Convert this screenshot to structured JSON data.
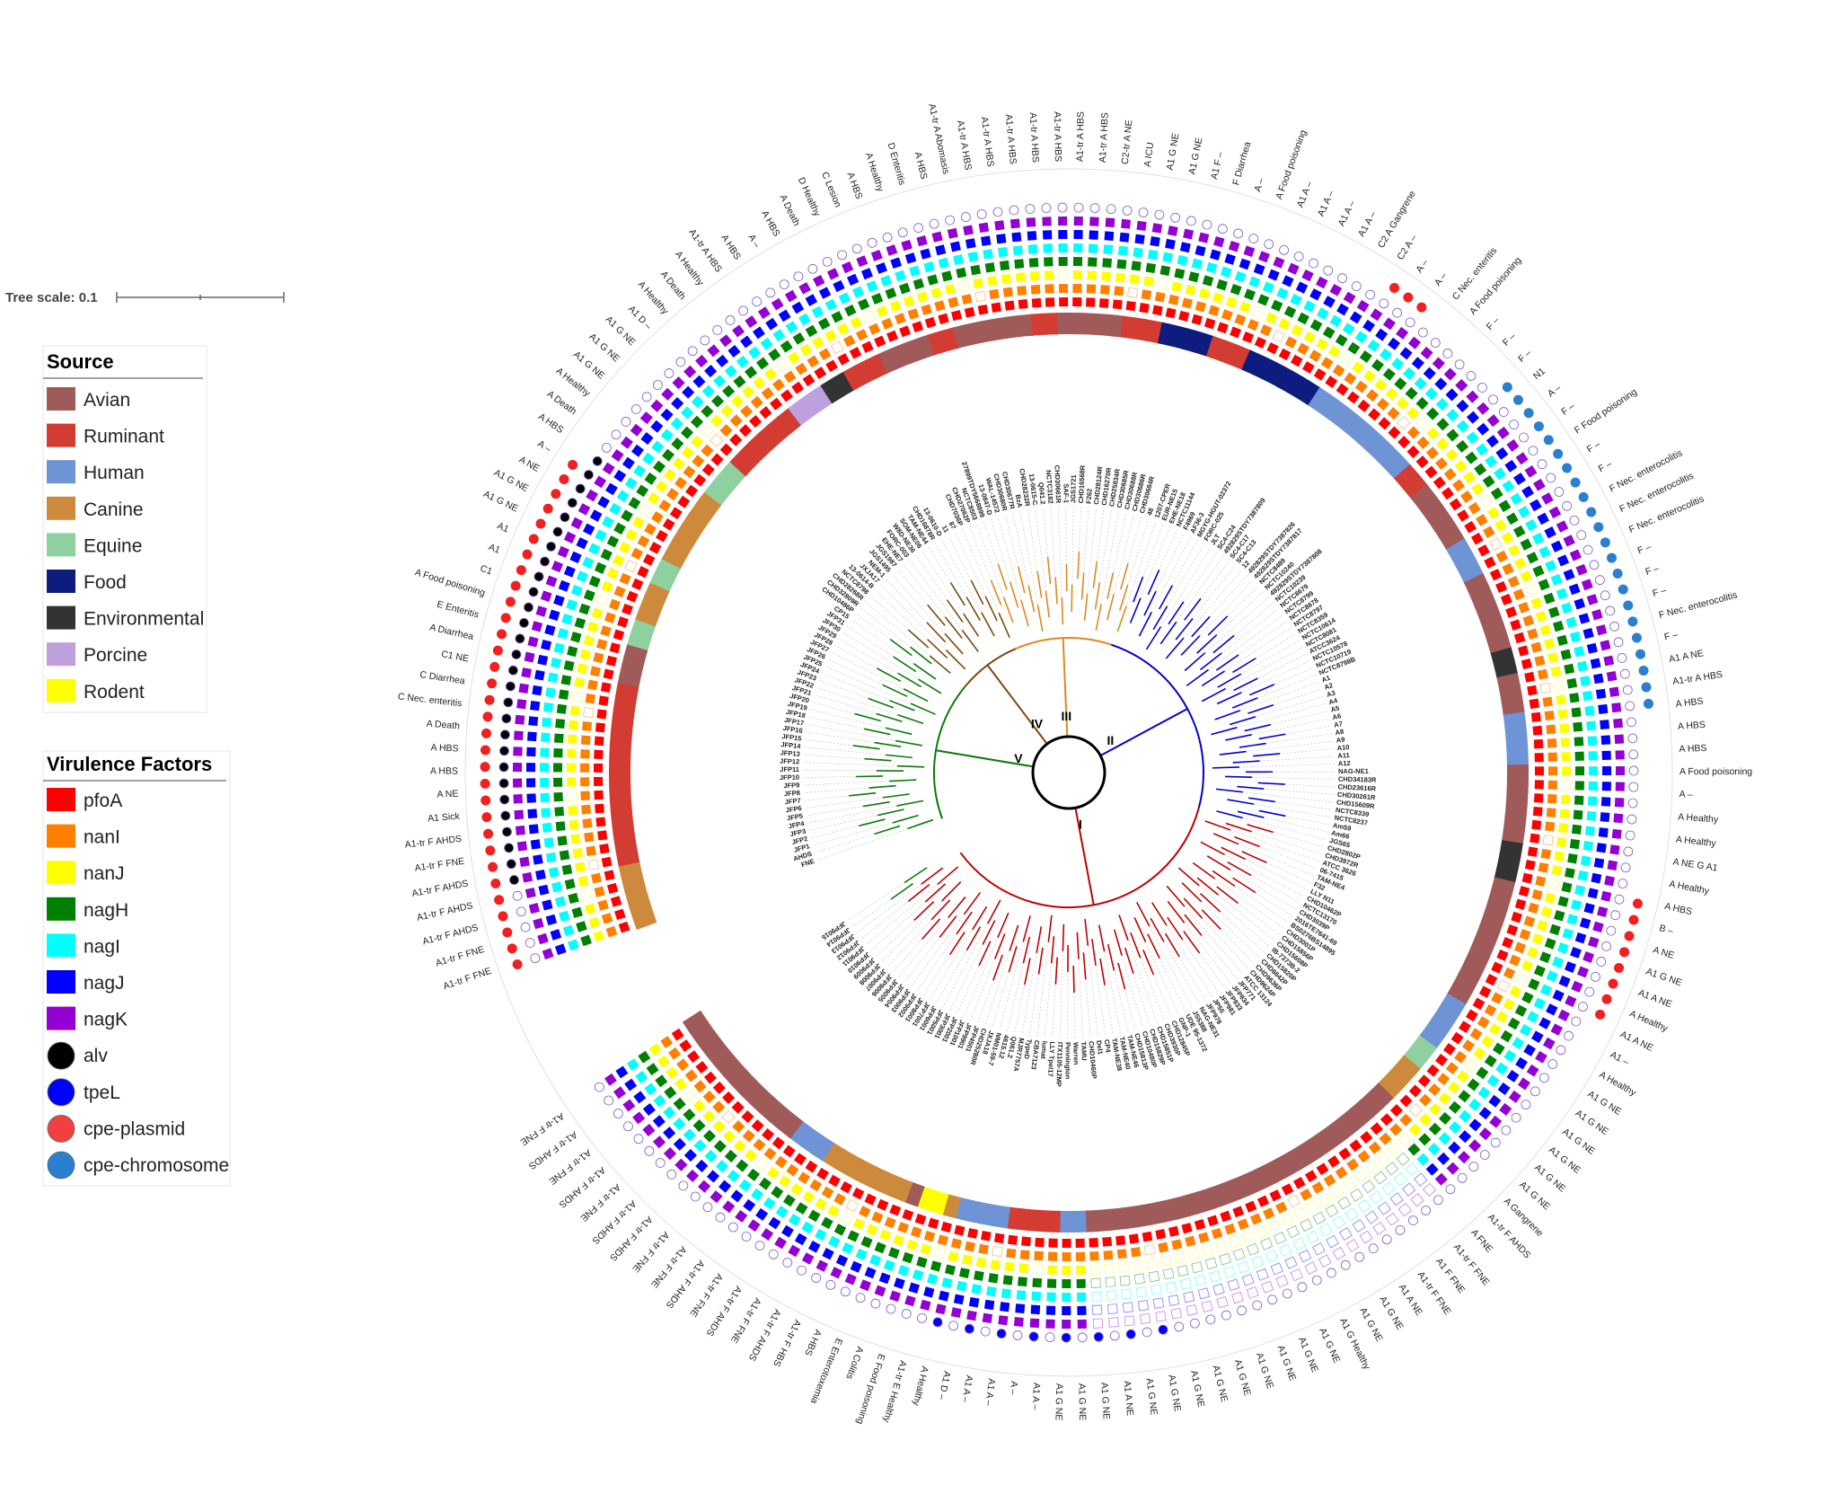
{
  "tree_scale": {
    "label": "Tree scale: 0.1"
  },
  "legend_source": {
    "title": "Source",
    "items": [
      {
        "label": "Avian",
        "color": "#a05a5a"
      },
      {
        "label": "Ruminant",
        "color": "#d23c32"
      },
      {
        "label": "Human",
        "color": "#6f94d6"
      },
      {
        "label": "Canine",
        "color": "#cd8a3c"
      },
      {
        "label": "Equine",
        "color": "#8fd0a0"
      },
      {
        "label": "Food",
        "color": "#0d1c7e"
      },
      {
        "label": "Environmental",
        "color": "#333333"
      },
      {
        "label": "Porcine",
        "color": "#bda0dc"
      },
      {
        "label": "Rodent",
        "color": "#ffff00"
      }
    ]
  },
  "legend_virulence": {
    "title": "Virulence Factors",
    "items": [
      {
        "label": "pfoA",
        "color": "#ff0000",
        "shape": "square"
      },
      {
        "label": "nanI",
        "color": "#ff8000",
        "shape": "square"
      },
      {
        "label": "nanJ",
        "color": "#ffff00",
        "shape": "square"
      },
      {
        "label": "nagH",
        "color": "#008000",
        "shape": "square"
      },
      {
        "label": "nagI",
        "color": "#00ffff",
        "shape": "square"
      },
      {
        "label": "nagJ",
        "color": "#0000ff",
        "shape": "square"
      },
      {
        "label": "nagK",
        "color": "#9400d3",
        "shape": "square"
      },
      {
        "label": "alv",
        "color": "#000000",
        "shape": "circle"
      },
      {
        "label": "tpeL",
        "color": "#0000ff",
        "shape": "circle"
      },
      {
        "label": "cpe-plasmid",
        "color": "#f04040",
        "shape": "circle"
      },
      {
        "label": "cpe-chromosome",
        "color": "#2a7fd0",
        "shape": "circle"
      }
    ]
  },
  "clades": [
    {
      "label": "I",
      "color": "#c00000"
    },
    {
      "label": "II",
      "color": "#0000d0"
    },
    {
      "label": "III",
      "color": "#e08820"
    },
    {
      "label": "IV",
      "color": "#7a4a10"
    },
    {
      "label": "V",
      "color": "#0a7a0a"
    }
  ],
  "tip_labels": {
    "clade_V": [
      "FNE",
      "AHDS",
      "JFP1",
      "JFP2",
      "JFP3",
      "JFP4",
      "JFP5",
      "JFP6",
      "JFP7",
      "JFP8",
      "JFP9",
      "JFP10",
      "JFP11",
      "JFP12",
      "JFP13",
      "JFP14",
      "JFP15",
      "JFP16",
      "JFP17",
      "JFP18",
      "JFP19",
      "JFP20",
      "JFP21",
      "JFP22",
      "JFP23",
      "JFP24",
      "JFP25",
      "JFP26",
      "JFP27",
      "JFP28",
      "JFP29",
      "JFP30",
      "JFP31",
      "CP15",
      "CHD10486P",
      "CHD32809R",
      "CHD28268R",
      "NCTC8798",
      "13-0614-B",
      "JXJA17",
      "NEM-1",
      "JGS1495",
      "JGS1987",
      "EHE-NE7",
      "FORC-003",
      "W8D-NE36",
      "SOM-NE06",
      "TAM-NE44",
      "CHD16878R",
      "13-0610-D",
      "11",
      "87",
      "CHD7036P",
      "CHD27062P",
      "NCTC8503",
      "27899TDY5668899",
      "13-0847-D",
      "WAL-14572",
      "CHD30680R",
      "CHD30677R",
      "BzA",
      "CHD28232R",
      "13-0615-C",
      "Q041.2",
      "NCTC3182",
      "CHD30661R",
      "SAF-1",
      "JGS1721",
      "CHD16568R",
      "F262",
      "CHD28124R",
      "CHD16270R",
      "CHD25834R",
      "CHD30685R",
      "CHD30688R",
      "CHD30686R",
      "CHD30684R",
      "48",
      "1207-CPER",
      "EUR-NE15",
      "EHE-NE18",
      "NCTC11144",
      "F4969",
      "AF36-3",
      "MGYG-HGUT-02372",
      "FORC-025",
      "JLT",
      "SC4-C24",
      "492829STDY7387809",
      "SC4-C17",
      "SC4-C13",
      "12",
      "492829STDY7387826",
      "492829STDY7387817",
      "NCTC8489",
      "NCTC10240",
      "492829STDY7387808",
      "NCTC10239",
      "NCTC8679",
      "NCTC8799",
      "NCTC8678",
      "NCTC8797",
      "NCTC8359",
      "NCTC10614",
      "NCTC8081",
      "ATCC3624",
      "NCTC10578",
      "NCTC10719",
      "NCTC8798B",
      "A1",
      "A2",
      "A3",
      "A4",
      "A5",
      "A6",
      "A7",
      "A8",
      "A9",
      "A10",
      "A11",
      "A12",
      "NAG-NE1",
      "CHD34183R",
      "CHD23616R",
      "CHD30261R",
      "CHD15609R",
      "NCTC8339",
      "NCTC8237",
      "Am59",
      "Am66",
      "JGS65",
      "CHD2802P",
      "CHD3972R",
      "ATCC 3626",
      "06-7415",
      "TAM-NE4",
      "F32",
      "LLY N11",
      "CHD10462P",
      "NCTC13170",
      "CHD3039P",
      "2016TE7641-69",
      "BS0276BS14895",
      "CHD3001P",
      "CHD15856P",
      "CHD15608P",
      "IB-7373B-2",
      "CHD15820P",
      "CHD6642P",
      "CHD9636P",
      "CHD9624P",
      "ATCC 13124",
      "JFP771",
      "JFP834",
      "JFP833",
      "JFP981",
      "JP55",
      "JFP978",
      "NAG-NE31",
      "JS5388",
      "UDE 95-1372",
      "GNP-1",
      "CHD12845P",
      "CHD3930P",
      "CHD15851P",
      "CHD15829P",
      "CHD10480P",
      "CHD15813P",
      "TAM-NE46",
      "TAM-NE40",
      "TAM-NE38",
      "CP4",
      "Del1",
      "CHD10460P",
      "TAMU",
      "Warren",
      "Pennington",
      "ITX1105-12MP",
      "LLY Tpel17",
      "lumat",
      "CBA7123",
      "TypeD",
      "MJR7757A",
      "Q061.2",
      "4615.12",
      "NM01-59-7",
      "JXJA18",
      "CHD25280R",
      "JFP4501",
      "JFP9901",
      "JFP1001",
      "JFP2001",
      "JFP3001",
      "JFP5001",
      "JFP6001",
      "JFP7001",
      "JFP8001",
      "JFP9002",
      "JFP9003",
      "JFP9004",
      "JFP9005",
      "JFP9006",
      "JFP9007",
      "JFP9008",
      "JFP9009",
      "JFP9010",
      "JFP9011",
      "JFP9012",
      "JFP9013",
      "JFP9014",
      "JFP9015"
    ]
  },
  "outer_annotations": [
    "A1-tr  F  FNE",
    "A1-tr  F  FNE",
    "A1-tr  F  AHDS",
    "A1-tr  F  AHDS",
    "A1-tr  F  AHDS",
    "A1-tr  F  FNE",
    "A1-tr  F  AHDS",
    "A1  Sick",
    "A  NE",
    "A  HBS",
    "A  HBS",
    "A  Death",
    "C  Nec. enteritis",
    "C  Diarrhea",
    "C1  NE",
    "A  Diarrhea",
    "E  Enteritis",
    "A  Food poisoning",
    "C1",
    "A1",
    "A1",
    "A1  G  NE",
    "A1  G  NE",
    "A  NE",
    "A  –",
    "A  HBS",
    "A  Death",
    "A  Healthy",
    "A1  G  NE",
    "A1  G  NE",
    "A1  G  NE",
    "A1  D  –",
    "A  Healthy",
    "A  Death",
    "A  Healthy",
    "A1-tr  A  HBS",
    "A  HBS",
    "A  –",
    "A  HBS",
    "A  Death",
    "D  Healthy",
    "C  Lesion",
    "A  HBS",
    "A  Healthy",
    "D  Enteritis",
    "A  HBS",
    "A1-tr  A  Abomasis",
    "A1-tr  A  HBS",
    "A1-tr  A  HBS",
    "A1-tr  A  HBS",
    "A1-tr  A  HBS",
    "A1-tr  A  HBS",
    "A1-tr  A  HBS",
    "A1-tr  A  HBS",
    "C2-tr  A  NE",
    "A  ICU",
    "A1  G  NE",
    "A1  G  NE",
    "A1  F  –",
    "F  Diarrhea",
    "A  –",
    "A  Food poisoning",
    "A1  A  –",
    "A1  A  –",
    "A1  A  –",
    "A1  A  –",
    "C2  A  Gangrene",
    "C2  A  –",
    "A  –",
    "A  –",
    "C  Nec. enteritis",
    "A  Food poisoning",
    "F  –",
    "F  –",
    "F  –",
    "N1",
    "A  –",
    "F  –",
    "F  Food poisoning",
    "F  –",
    "F  –",
    "F  Nec. enterocolitis",
    "F  Nec. enterocolitis",
    "F  Nec. enterocolitis",
    "F  –",
    "F  –",
    "F  –",
    "F  Nec. enterocolitis",
    "F  –",
    "A1  A  NE",
    "A1-tr  A  HBS",
    "A  HBS",
    "A  HBS",
    "A  HBS",
    "A  Food poisoning",
    "A  –",
    "A  Healthy",
    "A  Healthy",
    "A  NE  G  A1",
    "A  Healthy",
    "A  HBS",
    "B  –",
    "A  NE",
    "A1  G  NE",
    "A1  A  NE",
    "A  Healthy",
    "A1  A  NE",
    "A1  –",
    "A  Healthy",
    "A1  G  NE",
    "A1  G  NE",
    "A1  G  NE",
    "A1  G  NE",
    "A1  G  NE",
    "A1  G  NE",
    "A  Gangrene",
    "A1-tr  F  AHDS",
    "A  FNE",
    "A1-tr  F  FNE",
    "A1  F  FNE",
    "A1-tr  F  FNE",
    "A1  A  NE",
    "A1  G  NE",
    "A1  G  NE",
    "A1  G  Healthy",
    "A1  G  NE",
    "A1  G  NE",
    "A1  G  NE",
    "A1  G  NE",
    "A1  G  NE",
    "A1  G  NE",
    "A1  G  NE",
    "A1  G  NE",
    "A1  G  NE",
    "A1  A  NE",
    "A1  G  NE",
    "A1  G  NE",
    "A1  G  NE",
    "A1  A  –",
    "A  –",
    "A1  A  –",
    "A1  A  –",
    "A1  D  –",
    "A  Healthy",
    "A1-tr  E  Healthy",
    "E  Food poisoning",
    "A  Colitis",
    "E  Enterotoxemia",
    "A  HBS",
    "A1-tr  F  HBS",
    "A1-tr  F  AHDS",
    "A1-tr  F  FNE",
    "A1-tr  F  AHDS",
    "A1-tr  F  FNE",
    "A1-tr  F  AHDS",
    "A1-tr  F  FNE",
    "A1-tr  F  FNE",
    "A1-tr  F  AHDS",
    "A1-tr  F  AHDS",
    "A1-tr  F  FNE",
    "A1-tr  F  AHDS",
    "A1-tr  F  FNE",
    "A1-tr  F  AHDS",
    "A1-tr  F  FNE"
  ]
}
